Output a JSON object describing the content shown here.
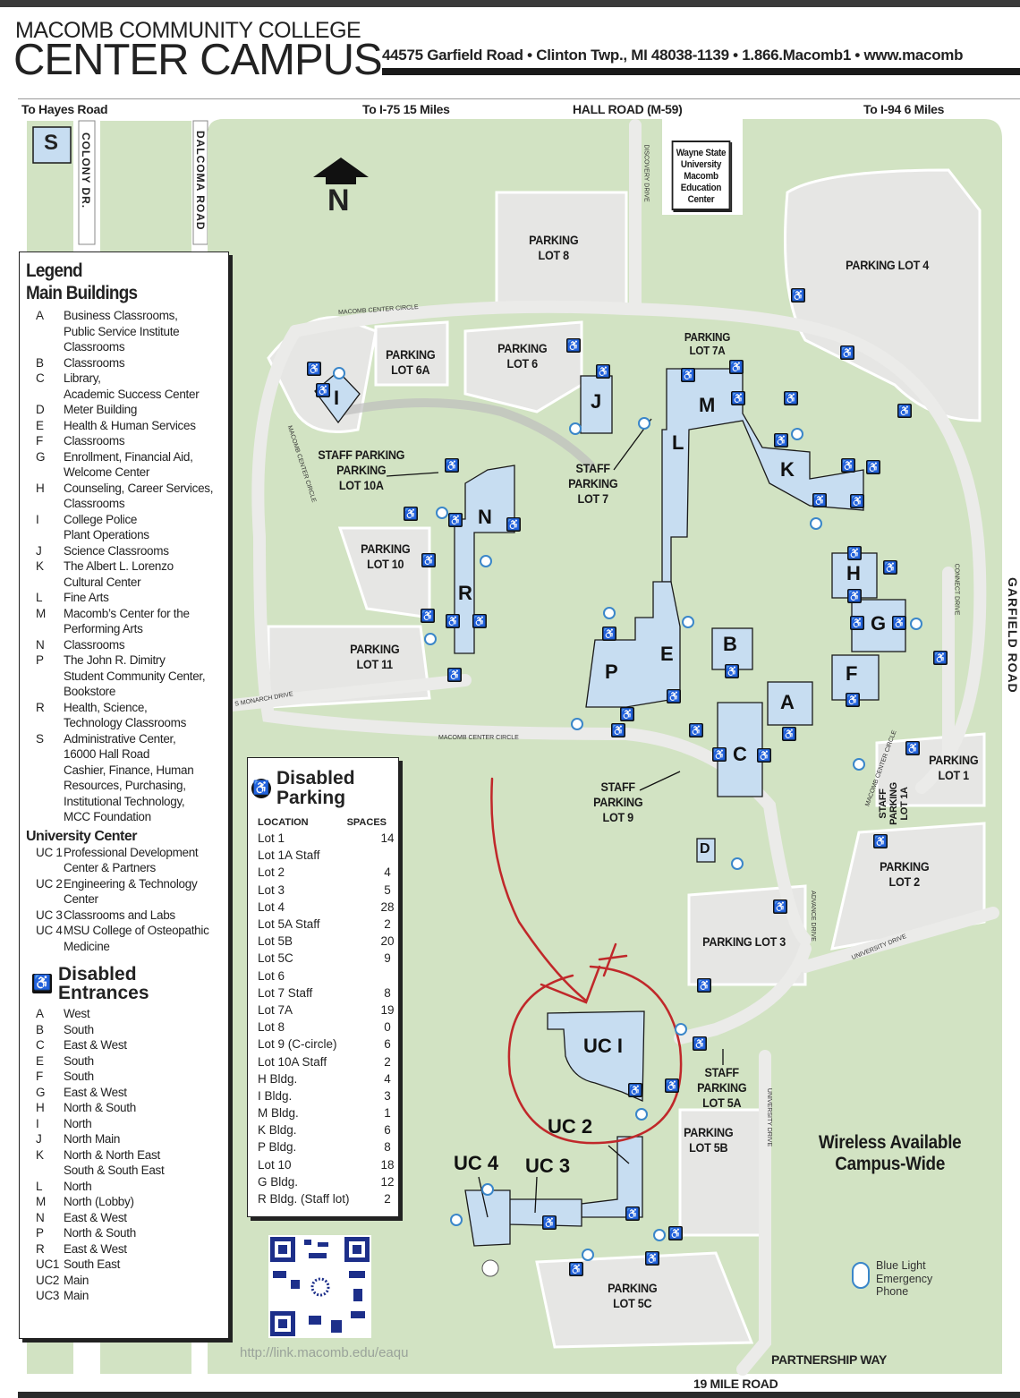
{
  "header": {
    "line1": "MACOMB COMMUNITY COLLEGE",
    "line2": "CENTER CAMPUS",
    "address": "44575 Garfield Road • Clinton Twp., MI 48038-1139 • 1.866.Macomb1 • www.macomb"
  },
  "roads": {
    "hayes": "To Hayes Road",
    "i75": "To I-75  15 Miles",
    "hall": "HALL  ROAD  (M-59)",
    "i94": "To I-94  6 Miles",
    "colony": "COLONY DR.",
    "dalcoma": "DALCOMA  ROAD",
    "garfield": "GARFIELD  ROAD",
    "nineteen": "19 MILE  ROAD",
    "partnership": "PARTNERSHIP WAY"
  },
  "streets": {
    "mcc1": "MACOMB CENTER CIRCLE",
    "mcc2": "MACOMB CENTER CIRCLE",
    "mcc3": "MACOMB CENTER CIRCLE",
    "mcc4": "MACOMB CENTER CIRCLE",
    "discovery": "DISCOVERY DRIVE",
    "monarch": "S MONARCH DRIVE",
    "connect": "CONNECT DRIVE",
    "advance": "ADVANCE DRIVE",
    "university1": "UNIVERSITY DRIVE",
    "university2": "UNIVERSITY DRIVE"
  },
  "north": "N",
  "admin_box": "S",
  "wayne_state": "Wayne State University Macomb Education Center",
  "lots": {
    "lot8": "PARKING\nLOT 8",
    "lot4": "PARKING LOT 4",
    "lot6a": "PARKING\nLOT 6A",
    "lot6": "PARKING\nLOT 6",
    "lot7a": "PARKING\nLOT 7A",
    "lot10a": "STAFF PARKING\nPARKING\nLOT 10A",
    "lot10": "PARKING\nLOT 10",
    "lot11": "PARKING\nLOT 11",
    "lot7": "STAFF\nPARKING\nLOT 7",
    "lot9": "STAFF\nPARKING\nLOT 9",
    "lot1": "PARKING\nLOT 1",
    "lot1a": "STAFF\nPARKING\nLOT 1A",
    "lot2": "PARKING\nLOT 2",
    "lot3": "PARKING LOT 3",
    "lot5a": "STAFF\nPARKING\nLOT 5A",
    "lot5b": "PARKING\nLOT 5B",
    "lot5c": "PARKING\nLOT 5C"
  },
  "buildings": {
    "I": "I",
    "J": "J",
    "M": "M",
    "L": "L",
    "K": "K",
    "N": "N",
    "R": "R",
    "H": "H",
    "G": "G",
    "B": "B",
    "E": "E",
    "P": "P",
    "A": "A",
    "F": "F",
    "C": "C",
    "D": "D",
    "UC1": "UC I",
    "UC2": "UC 2",
    "UC3": "UC 3",
    "UC4": "UC 4"
  },
  "wireless": "Wireless Available\nCampus-Wide",
  "bluelight": "Blue Light\nEmergency\nPhone",
  "url": "http://link.macomb.edu/eaqu",
  "legend": {
    "title": "Legend",
    "main_title": "Main Buildings",
    "main": [
      {
        "k": "A",
        "v": "Business Classrooms,\nPublic Service Institute\nClassrooms"
      },
      {
        "k": "B",
        "v": "Classrooms"
      },
      {
        "k": "C",
        "v": "Library,\nAcademic Success Center"
      },
      {
        "k": "D",
        "v": "Meter Building"
      },
      {
        "k": "E",
        "v": "Health & Human Services"
      },
      {
        "k": "F",
        "v": "Classrooms"
      },
      {
        "k": "G",
        "v": "Enrollment, Financial Aid,\nWelcome Center"
      },
      {
        "k": "H",
        "v": "Counseling, Career Services,\nClassrooms"
      },
      {
        "k": "I",
        "v": "College Police\nPlant Operations"
      },
      {
        "k": "J",
        "v": "Science Classrooms"
      },
      {
        "k": "K",
        "v": "The Albert L. Lorenzo\nCultural Center"
      },
      {
        "k": "L",
        "v": "Fine Arts"
      },
      {
        "k": "M",
        "v": "Macomb’s Center for the\nPerforming Arts"
      },
      {
        "k": "N",
        "v": "Classrooms"
      },
      {
        "k": "P",
        "v": "The John R. Dimitry\nStudent Community Center,\nBookstore"
      },
      {
        "k": "R",
        "v": "Health, Science,\nTechnology Classrooms"
      },
      {
        "k": "S",
        "v": "Administrative Center,\n16000 Hall Road\nCashier, Finance, Human\nResources, Purchasing,\nInstitutional Technology,\nMCC Foundation"
      }
    ],
    "uc_title": "University Center",
    "uc": [
      {
        "k": "UC 1",
        "v": "Professional Development\nCenter & Partners"
      },
      {
        "k": "UC 2",
        "v": "Engineering & Technology\nCenter"
      },
      {
        "k": "UC 3",
        "v": "Classrooms and Labs"
      },
      {
        "k": "UC 4",
        "v": "MSU College of Osteopathic\nMedicine"
      }
    ],
    "entr_title": "Disabled\nEntrances",
    "entrances": [
      {
        "k": "A",
        "v": "West"
      },
      {
        "k": "B",
        "v": "South"
      },
      {
        "k": "C",
        "v": "East & West"
      },
      {
        "k": "E",
        "v": "South"
      },
      {
        "k": "F",
        "v": "South"
      },
      {
        "k": "G",
        "v": "East & West"
      },
      {
        "k": "H",
        "v": "North & South"
      },
      {
        "k": "I",
        "v": "North"
      },
      {
        "k": "J",
        "v": "North Main"
      },
      {
        "k": "K",
        "v": "North & North East\nSouth & South East"
      },
      {
        "k": "L",
        "v": "North"
      },
      {
        "k": "M",
        "v": "North (Lobby)"
      },
      {
        "k": "N",
        "v": "East & West"
      },
      {
        "k": "P",
        "v": "North & South"
      },
      {
        "k": "R",
        "v": "East & West"
      },
      {
        "k": "UC1",
        "v": "South East"
      },
      {
        "k": "UC2",
        "v": "Main"
      },
      {
        "k": "UC3",
        "v": "Main"
      }
    ]
  },
  "disabled_parking": {
    "title": "Disabled\nParking",
    "col_location": "LOCATION",
    "col_spaces": "SPACES",
    "rows": [
      [
        "Lot 1",
        "14"
      ],
      [
        "Lot 1A Staff",
        ""
      ],
      [
        "Lot 2",
        "4"
      ],
      [
        "Lot 3",
        "5"
      ],
      [
        "Lot 4",
        "28"
      ],
      [
        "Lot 5A Staff",
        "2"
      ],
      [
        "Lot 5B",
        "20"
      ],
      [
        "Lot 5C",
        "9"
      ],
      [
        "Lot 6",
        ""
      ],
      [
        "Lot 7 Staff",
        "8"
      ],
      [
        "Lot 7A",
        "19"
      ],
      [
        "Lot 8",
        "0"
      ],
      [
        "Lot 9 (C-circle)",
        "6"
      ],
      [
        "Lot 10A Staff",
        "2"
      ],
      [
        "H Bldg.",
        "4"
      ],
      [
        "I Bldg.",
        "3"
      ],
      [
        "M Bldg.",
        "1"
      ],
      [
        "K Bldg.",
        "6"
      ],
      [
        "P Bldg.",
        "8"
      ],
      [
        "Lot 10",
        "18"
      ],
      [
        "G Bldg.",
        "12"
      ],
      [
        "R Bldg. (Staff lot)",
        "2"
      ]
    ]
  },
  "colors": {
    "grass": "#d2e3c3",
    "road": "#e9e9e7",
    "building": "#c7ddf1",
    "annotation": "#c0282a"
  }
}
